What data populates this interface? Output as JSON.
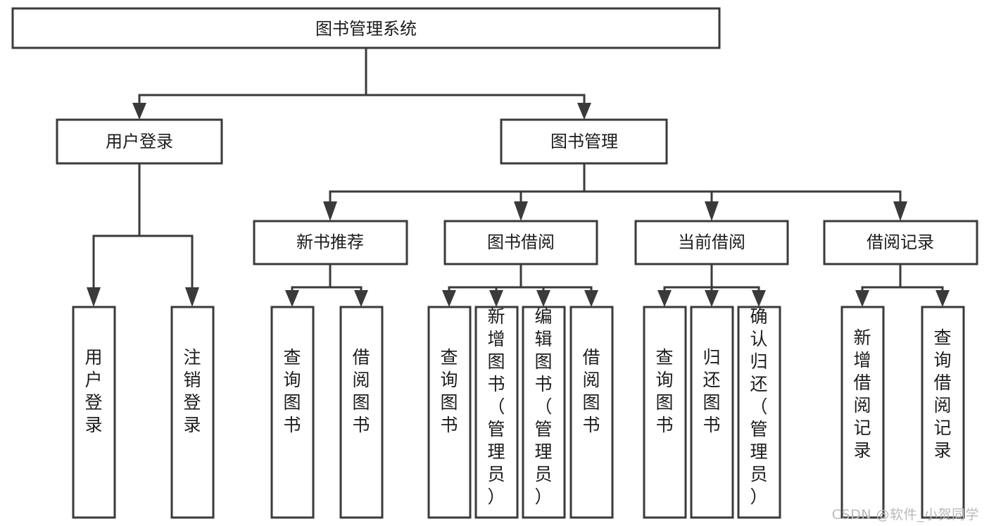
{
  "diagram": {
    "type": "tree",
    "title": "图书管理系统",
    "watermark": "CSDN @软件_小贺同学",
    "colors": {
      "box_stroke": "#3a3a3a",
      "box_fill": "#ffffff",
      "connector": "#3a3a3a",
      "text": "#1c1c1c",
      "watermark": "#b9b9b9",
      "background": "#ffffff"
    },
    "levels": {
      "root": "图书管理系统",
      "level2": [
        "用户登录",
        "图书管理"
      ],
      "level3": [
        "新书推荐",
        "图书借阅",
        "当前借阅",
        "借阅记录"
      ]
    },
    "nodes": {
      "root": {
        "label": "图书管理系统",
        "orientation": "horizontal"
      },
      "user_login": {
        "label": "用户登录",
        "orientation": "horizontal"
      },
      "book_manage": {
        "label": "图书管理",
        "orientation": "horizontal"
      },
      "new_book_rec": {
        "label": "新书推荐",
        "orientation": "horizontal"
      },
      "book_borrow": {
        "label": "图书借阅",
        "orientation": "horizontal"
      },
      "current_borrow": {
        "label": "当前借阅",
        "orientation": "horizontal"
      },
      "borrow_record": {
        "label": "借阅记录",
        "orientation": "horizontal"
      },
      "leaf_user_login": {
        "label": "用户登录",
        "orientation": "vertical"
      },
      "leaf_logout": {
        "label": "注销登录",
        "orientation": "vertical"
      },
      "leaf_query_book_1": {
        "label": "查询图书",
        "orientation": "vertical"
      },
      "leaf_borrow_book_1": {
        "label": "借阅图书",
        "orientation": "vertical"
      },
      "leaf_query_book_2": {
        "label": "查询图书",
        "orientation": "vertical"
      },
      "leaf_add_book": {
        "label": "新增图书（管理员）",
        "orientation": "vertical"
      },
      "leaf_edit_book": {
        "label": "编辑图书（管理员）",
        "orientation": "vertical"
      },
      "leaf_borrow_book_2": {
        "label": "借阅图书",
        "orientation": "vertical"
      },
      "leaf_query_book_3": {
        "label": "查询图书",
        "orientation": "vertical"
      },
      "leaf_return_book": {
        "label": "归还图书",
        "orientation": "vertical"
      },
      "leaf_confirm_return": {
        "label": "确认归还（管理员）",
        "orientation": "vertical"
      },
      "leaf_add_record": {
        "label": "新增借阅记录",
        "orientation": "vertical"
      },
      "leaf_query_record": {
        "label": "查询借阅记录",
        "orientation": "vertical"
      }
    },
    "edges": [
      {
        "from": "root",
        "to": "user_login"
      },
      {
        "from": "root",
        "to": "book_manage"
      },
      {
        "from": "user_login",
        "to": "leaf_user_login"
      },
      {
        "from": "user_login",
        "to": "leaf_logout"
      },
      {
        "from": "book_manage",
        "to": "new_book_rec"
      },
      {
        "from": "book_manage",
        "to": "book_borrow"
      },
      {
        "from": "book_manage",
        "to": "current_borrow"
      },
      {
        "from": "book_manage",
        "to": "borrow_record"
      },
      {
        "from": "new_book_rec",
        "to": "leaf_query_book_1"
      },
      {
        "from": "new_book_rec",
        "to": "leaf_borrow_book_1"
      },
      {
        "from": "book_borrow",
        "to": "leaf_query_book_2"
      },
      {
        "from": "book_borrow",
        "to": "leaf_add_book"
      },
      {
        "from": "book_borrow",
        "to": "leaf_edit_book"
      },
      {
        "from": "book_borrow",
        "to": "leaf_borrow_book_2"
      },
      {
        "from": "current_borrow",
        "to": "leaf_query_book_3"
      },
      {
        "from": "current_borrow",
        "to": "leaf_return_book"
      },
      {
        "from": "current_borrow",
        "to": "leaf_confirm_return"
      },
      {
        "from": "borrow_record",
        "to": "leaf_add_record"
      },
      {
        "from": "borrow_record",
        "to": "leaf_query_record"
      }
    ]
  }
}
